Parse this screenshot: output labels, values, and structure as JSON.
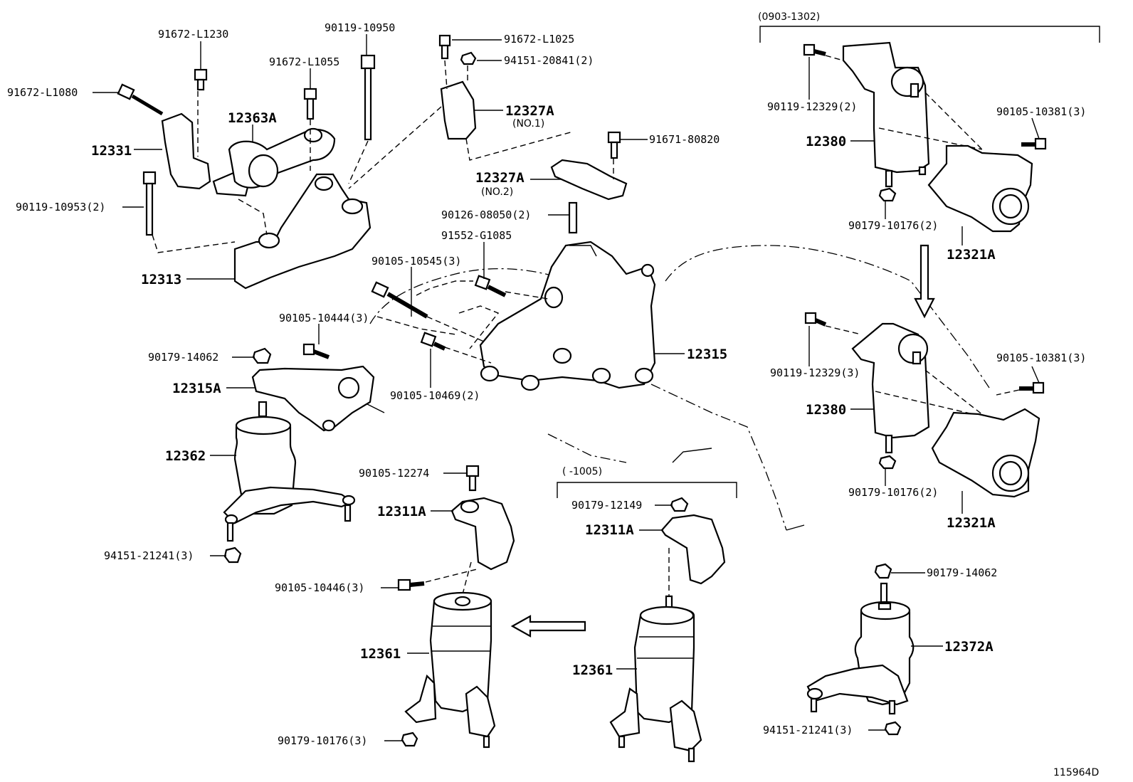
{
  "labels": {
    "p91672_L1230": "91672-L1230",
    "p90119_10950": "90119-10950",
    "p91672_L1055": "91672-L1055",
    "p91672_L1080": "91672-L1080",
    "p12363A": "12363A",
    "p12331": "12331",
    "p90119_10953": "90119-10953(2)",
    "p12313": "12313",
    "p91672_L1025": "91672-L1025",
    "p94151_20841": "94151-20841(2)",
    "p12327A_1": "12327A",
    "no1": "(NO.1)",
    "p91671_80820": "91671-80820",
    "p12327A_2": "12327A",
    "no2": "(NO.2)",
    "p90126_08050": "90126-08050(2)",
    "p91552_G1085": "91552-G1085",
    "p90105_10545": "90105-10545(3)",
    "p90105_10444": "90105-10444(3)",
    "p90179_14062_a": "90179-14062",
    "p12315A": "12315A",
    "p12315": "12315",
    "p90105_10469": "90105-10469(2)",
    "p12362": "12362",
    "p94151_21241_a": "94151-21241(3)",
    "p90105_12274": "90105-12274",
    "p12311A_a": "12311A",
    "p90105_10446": "90105-10446(3)",
    "p12361_a": "12361",
    "p90179_10176_a": "90179-10176(3)",
    "range_1005": "(      -1005)",
    "p90179_12149": "90179-12149",
    "p12311A_b": "12311A",
    "p12361_b": "12361",
    "range_0903": "(0903-1302)",
    "p90119_12329_a": "90119-12329(2)",
    "p90105_10381_a": "90105-10381(3)",
    "p12380_a": "12380",
    "p90179_10176_b": "90179-10176(2)",
    "p12321A_a": "12321A",
    "p90119_12329_b": "90119-12329(3)",
    "p90105_10381_b": "90105-10381(3)",
    "p12380_b": "12380",
    "p90179_10176_c": "90179-10176(2)",
    "p12321A_b": "12321A",
    "p90179_14062_b": "90179-14062",
    "p12372A": "12372A",
    "p94151_21241_b": "94151-21241(3)",
    "figure_id": "115964D"
  }
}
